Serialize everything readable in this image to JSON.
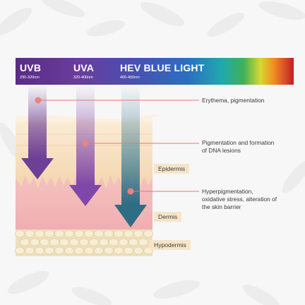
{
  "spectrum": {
    "bands": [
      {
        "label": "UVB",
        "range": "290-320nm"
      },
      {
        "label": "UVA",
        "range": "320-400nm"
      },
      {
        "label": "HEV BLUE LIGHT",
        "range": "400-450nm"
      }
    ]
  },
  "effects": [
    {
      "lines": [
        "Erythema, pigmentation"
      ]
    },
    {
      "lines": [
        "Pigmentation and formation",
        "of DNA lesions"
      ]
    },
    {
      "lines": [
        "Hyperpigmentation,",
        "oxidative stress, alteration of",
        "the skin barrier"
      ]
    }
  ],
  "layers": {
    "epidermis": "Epidermis",
    "dermis": "Dermis",
    "hypodermis": "Hypodermis"
  },
  "colors": {
    "uvb_arrow": "#6e3f96",
    "uva_arrow": "#7f48a8",
    "hev_arrow": "#2f6d84",
    "leader_line": "#e07a73",
    "leader_dot": "#e8847e",
    "epidermis": "#f3d5ac",
    "dermis": "#f2b6b7",
    "hypodermis": "#f4e8c8"
  }
}
